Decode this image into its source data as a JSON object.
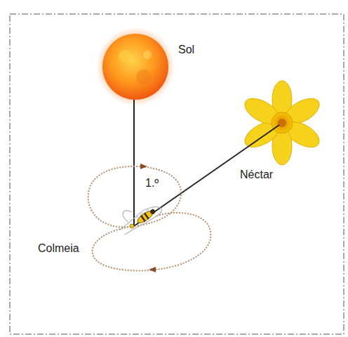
{
  "diagram": {
    "labels": [
      "Sol",
      "1.º",
      "Néctar",
      "Colmeia"
    ]
  }
}
